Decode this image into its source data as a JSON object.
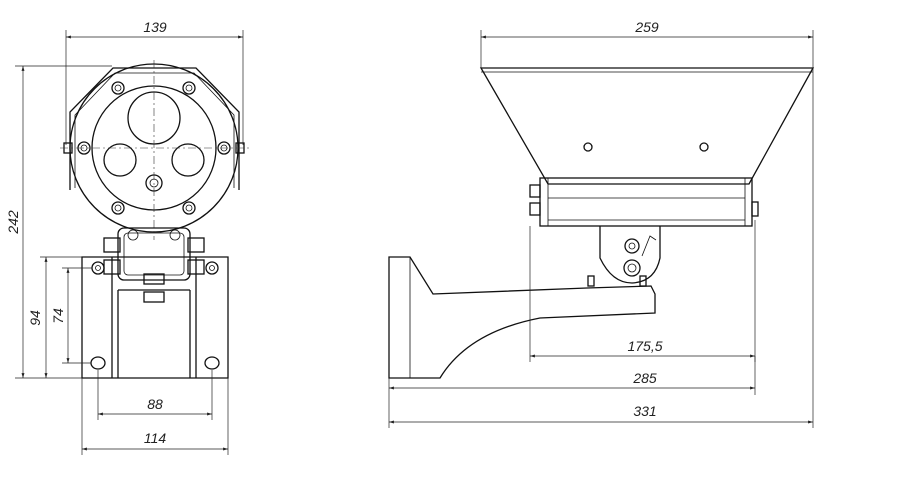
{
  "front_view": {
    "dim_overall_width": "139",
    "dim_overall_height": "242",
    "dim_bracket_height": "94",
    "dim_bracket_inner": "74",
    "dim_hole_spacing": "88",
    "dim_base_width": "114"
  },
  "side_view": {
    "dim_hood_width": "259",
    "dim_arm_reach": "175,5",
    "dim_bracket_length": "285",
    "dim_overall_length": "331"
  }
}
